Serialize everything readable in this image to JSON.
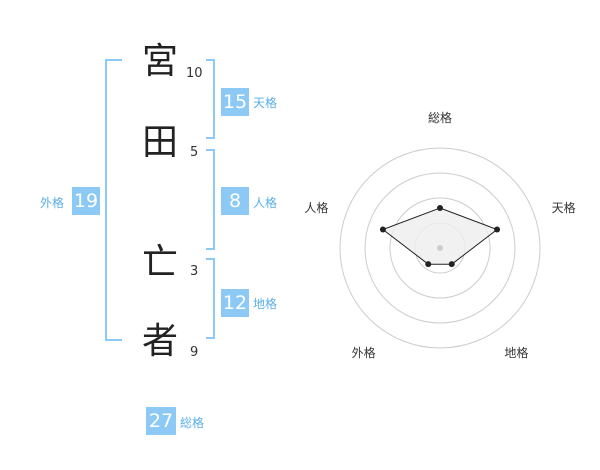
{
  "name": {
    "chars": [
      "宮",
      "田",
      "亡",
      "者"
    ],
    "strokes": [
      "10",
      "5",
      "3",
      "9"
    ]
  },
  "fortunes": {
    "tenkaku": {
      "value": "15",
      "label": "天格"
    },
    "jinkaku": {
      "value": "8",
      "label": "人格"
    },
    "chikaku": {
      "value": "12",
      "label": "地格"
    },
    "gaikaku": {
      "value": "19",
      "label": "外格"
    },
    "soukaku": {
      "value": "27",
      "label": "総格"
    }
  },
  "colors": {
    "accent": "#8ccaf5",
    "accent_text": "#5aaee8",
    "ring": "#cccccc",
    "fill": "#eeeeee"
  },
  "chart_data": {
    "type": "radar",
    "axes": [
      "総格",
      "天格",
      "地格",
      "外格",
      "人格"
    ],
    "values": [
      0.4,
      0.6,
      0.2,
      0.2,
      0.6
    ],
    "rings": 4,
    "max": 1
  }
}
